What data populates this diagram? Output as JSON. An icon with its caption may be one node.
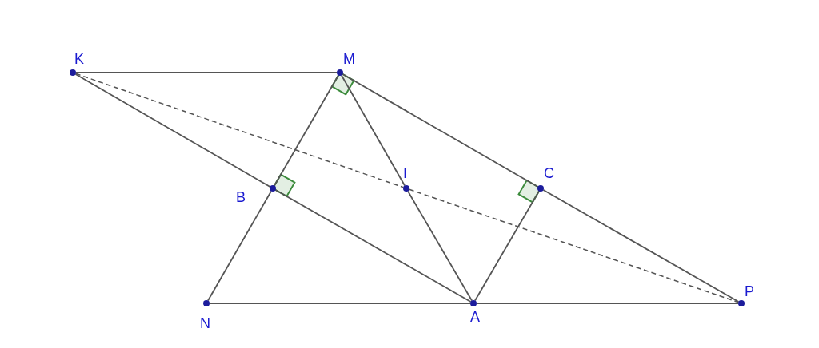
{
  "diagram": {
    "nodes": [
      {
        "text": [
          "K"
        ]
      },
      {
        "text": [
          "M"
        ]
      },
      {
        "text": [
          "B"
        ]
      },
      {
        "text": [
          "I"
        ]
      },
      {
        "text": [
          "C"
        ]
      },
      {
        "text": [
          "N"
        ]
      },
      {
        "text": [
          "A"
        ]
      },
      {
        "text": [
          "P"
        ]
      }
    ],
    "edges": [
      {
        "from": 0,
        "to": 1,
        "arrow": "none"
      },
      {
        "from": 1,
        "to": 4,
        "arrow": "none"
      },
      {
        "from": 4,
        "to": 7,
        "arrow": "none"
      },
      {
        "from": 0,
        "to": 2,
        "arrow": "none"
      },
      {
        "from": 2,
        "to": 6,
        "arrow": "none"
      },
      {
        "from": 1,
        "to": 2,
        "arrow": "none"
      },
      {
        "from": 2,
        "to": 5,
        "arrow": "none"
      },
      {
        "from": 1,
        "to": 3,
        "arrow": "none"
      },
      {
        "from": 3,
        "to": 6,
        "arrow": "none"
      },
      {
        "from": 5,
        "to": 6,
        "arrow": "none"
      },
      {
        "from": 6,
        "to": 7,
        "arrow": "none"
      },
      {
        "from": 6,
        "to": 4,
        "arrow": "none"
      },
      {
        "from": 0,
        "to": 3,
        "arrow": "none",
        "style": "dashed"
      },
      {
        "from": 3,
        "to": 7,
        "arrow": "none",
        "style": "dashed"
      }
    ]
  }
}
